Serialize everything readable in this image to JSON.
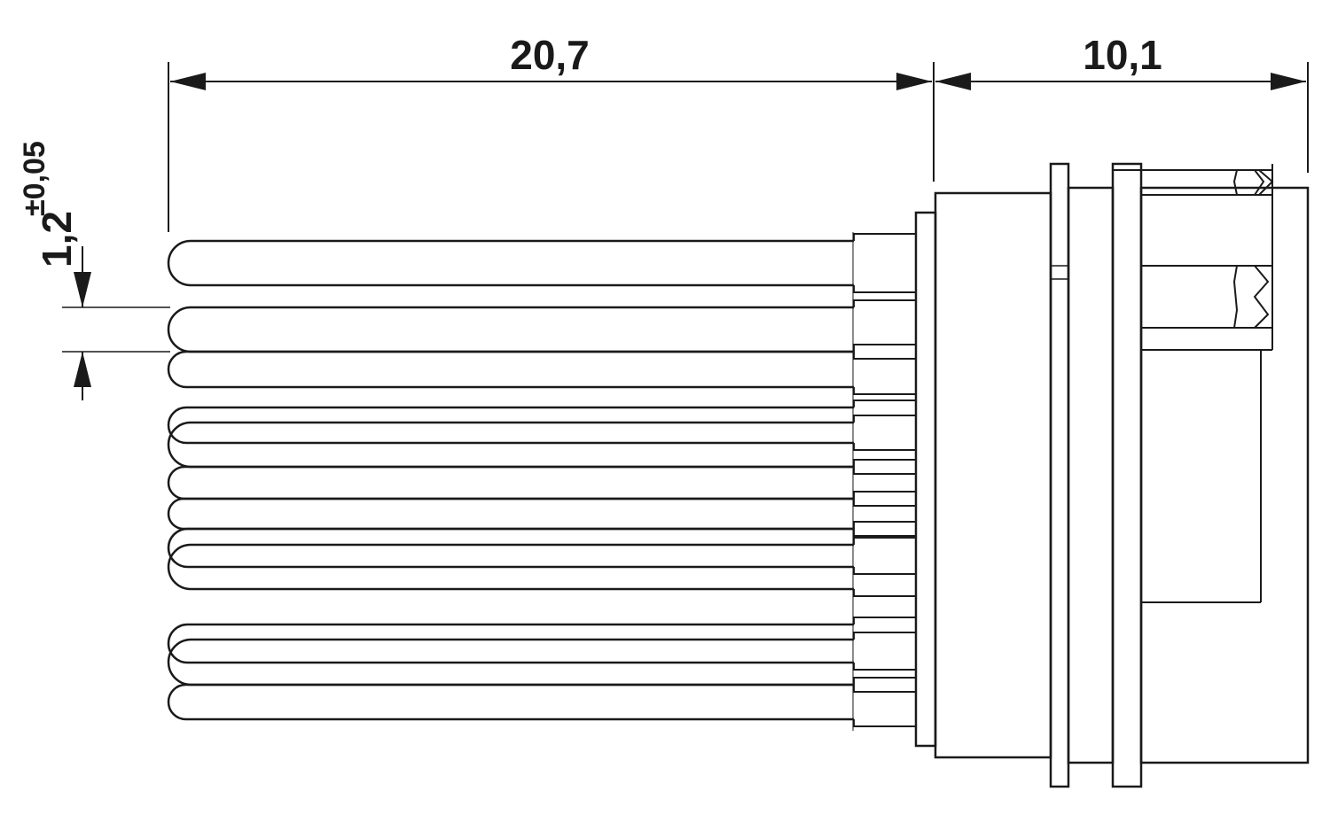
{
  "dimensions": {
    "pin_length": "20,7",
    "housing_length": "10,1",
    "pin_diameter_base": "1,2",
    "pin_diameter_tolerance": "±0,05"
  },
  "colors": {
    "line": "#1a1a1a",
    "background": "#ffffff"
  }
}
